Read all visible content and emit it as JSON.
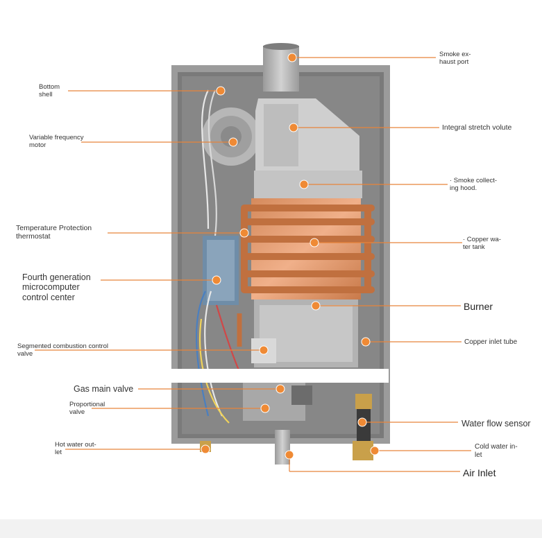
{
  "labels": {
    "smoke_exhaust": [
      "Smoke ex-",
      "haust port"
    ],
    "bottom_shell": [
      "Bottom",
      "shell"
    ],
    "integral_volute": "Integral stretch volute",
    "vf_motor": [
      "Variable frequency",
      "motor"
    ],
    "smoke_hood": [
      "· Smoke collect-",
      "ing hood."
    ],
    "temp_thermostat": [
      "Temperature Protection",
      "thermostat"
    ],
    "copper_tank": [
      "· Copper wa-",
      "ter tank"
    ],
    "control_center": [
      "Fourth generation",
      "microcomputer",
      "control center"
    ],
    "burner": "Burner",
    "segmented_valve": [
      "Segmented combustion control",
      "valve"
    ],
    "copper_inlet": "Copper inlet tube",
    "gas_main": "Gas main valve",
    "proportional": [
      "Proportional",
      "valve"
    ],
    "water_flow": "Water flow sensor",
    "hot_outlet": [
      "Hot water out-",
      "let"
    ],
    "cold_inlet": [
      "Cold water in-",
      "let"
    ],
    "air_inlet": "Air Inlet"
  },
  "colors": {
    "leader": "#e8843a",
    "dot": "#ef8a35",
    "casing": "#8f8f8f",
    "copper": "#c97a4a"
  }
}
